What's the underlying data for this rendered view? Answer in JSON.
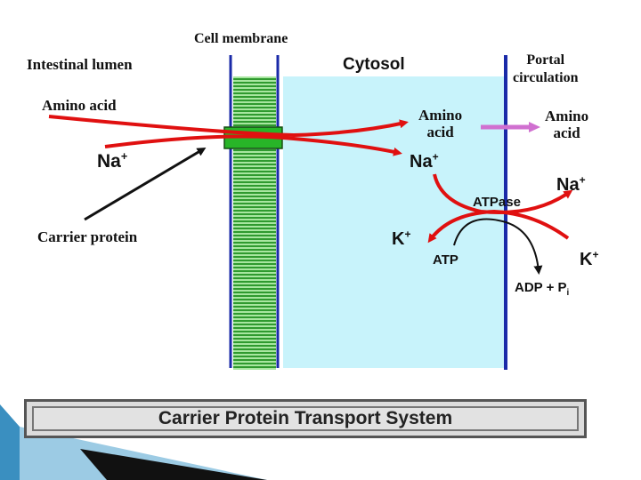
{
  "labels": {
    "cell_membrane": "Cell membrane",
    "intestinal_lumen": "Intestinal lumen",
    "cytosol": "Cytosol",
    "portal_circulation_line1": "Portal",
    "portal_circulation_line2": "circulation",
    "amino_acid_lumen": "Amino acid",
    "na_lumen": "Na",
    "na_lumen_charge": "+",
    "carrier_protein": "Carrier protein",
    "amino_acid_cytosol_line1": "Amino",
    "amino_acid_cytosol_line2": "acid",
    "amino_acid_portal_line1": "Amino",
    "amino_acid_portal_line2": "acid",
    "na_cytosol": "Na",
    "na_cytosol_charge": "+",
    "na_portal": "Na",
    "na_portal_charge": "+",
    "atpase": "ATPase",
    "k_cytosol": "K",
    "k_cytosol_charge": "+",
    "k_portal": "K",
    "k_portal_charge": "+",
    "atp": "ATP",
    "adp_pi": "ADP + P",
    "adp_pi_subscript": "i"
  },
  "caption": "Carrier Protein Transport System",
  "colors": {
    "cytosol_fill": "#c8f3fb",
    "membrane_green": "#2aa02a",
    "arrow_red": "#e01010",
    "portal_line": "#1a2aa8",
    "transfer_arrow": "#d070d0"
  }
}
